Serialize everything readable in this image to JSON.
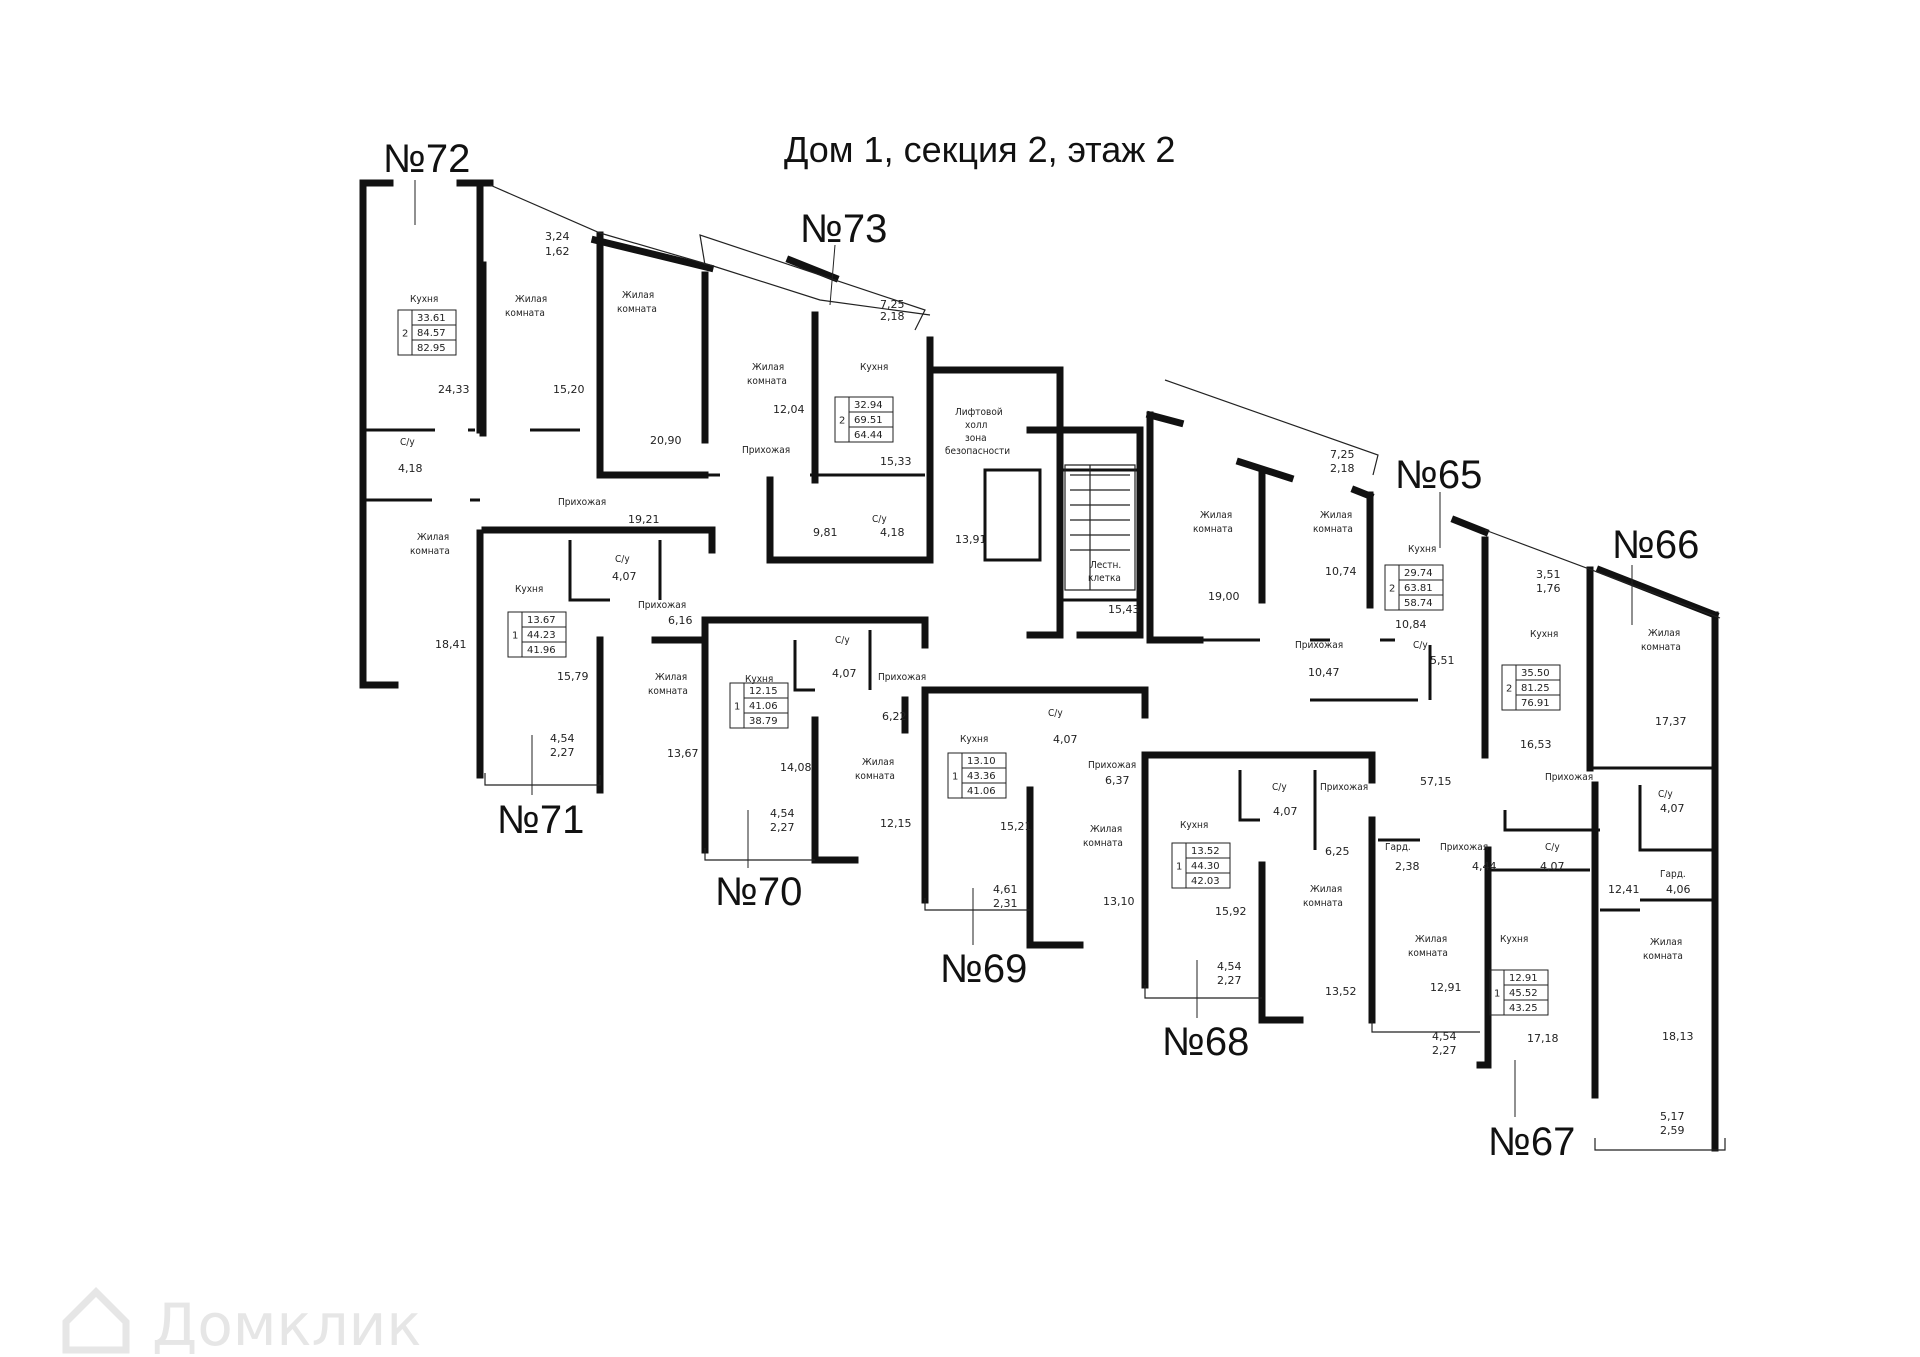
{
  "title": "Дом 1, секция 2, этаж 2",
  "watermark": "Домклик",
  "apartments": [
    {
      "number": "№72",
      "rooms": "2",
      "areas": [
        "33.61",
        "84.57",
        "82.95"
      ]
    },
    {
      "number": "№73",
      "rooms": "2",
      "areas": [
        "32.94",
        "69.51",
        "64.44"
      ]
    },
    {
      "number": "№71",
      "rooms": "1",
      "areas": [
        "13.67",
        "44.23",
        "41.96"
      ]
    },
    {
      "number": "№70",
      "rooms": "1",
      "areas": [
        "12.15",
        "41.06",
        "38.79"
      ]
    },
    {
      "number": "№69",
      "rooms": "1",
      "areas": [
        "13.10",
        "43.36",
        "41.06"
      ]
    },
    {
      "number": "№68",
      "rooms": "1",
      "areas": [
        "13.52",
        "44.30",
        "42.03"
      ]
    },
    {
      "number": "№65",
      "rooms": "2",
      "areas": [
        "29.74",
        "63.81",
        "58.74"
      ]
    },
    {
      "number": "№66",
      "rooms": "2",
      "areas": [
        "35.50",
        "81.25",
        "76.91"
      ]
    },
    {
      "number": "№67",
      "rooms": "1",
      "areas": [
        "12.91",
        "45.52",
        "43.25"
      ]
    }
  ],
  "room_labels": {
    "kitchen": "Кухня",
    "living_room": "Жилая\nкомната",
    "bathroom": "С/у",
    "hallway": "Прихожая",
    "wardrobe": "Гард.",
    "lift_hall": "Лифтовой\nхолл\nзона\nбезопасности",
    "stair": "Лестн.\nклетка"
  },
  "areas": {
    "a72": [
      "24,33",
      "15,20",
      "4,18",
      "18,41",
      "3,24",
      "1,62"
    ],
    "a73": [
      "20,90",
      "12,04",
      "15,33",
      "9,81",
      "4,18",
      "7,25",
      "2,18"
    ],
    "a71": [
      "19,21",
      "4,07",
      "6,16",
      "15,79",
      "13,67",
      "4,54",
      "2,27"
    ],
    "a70": [
      "4,07",
      "6,22",
      "14,08",
      "12,15",
      "4,54",
      "2,27"
    ],
    "a69": [
      "4,07",
      "6,37",
      "15,21",
      "13,10",
      "4,61",
      "2,31"
    ],
    "a68": [
      "4,07",
      "6,25",
      "15,92",
      "13,52",
      "4,54",
      "2,27"
    ],
    "core": [
      "13,91",
      "15,43"
    ],
    "a65": [
      "19,00",
      "10,74",
      "7,25",
      "2,18",
      "10,84",
      "5,51",
      "10,47"
    ],
    "a66": [
      "3,51",
      "1,76",
      "17,37",
      "16,53",
      "4,07",
      "4,06",
      "12,41",
      "18,13",
      "5,17",
      "2,59"
    ],
    "a67": [
      "57,15",
      "2,38",
      "4,44",
      "4,07",
      "12,91",
      "17,18",
      "4,54",
      "2,27"
    ]
  }
}
